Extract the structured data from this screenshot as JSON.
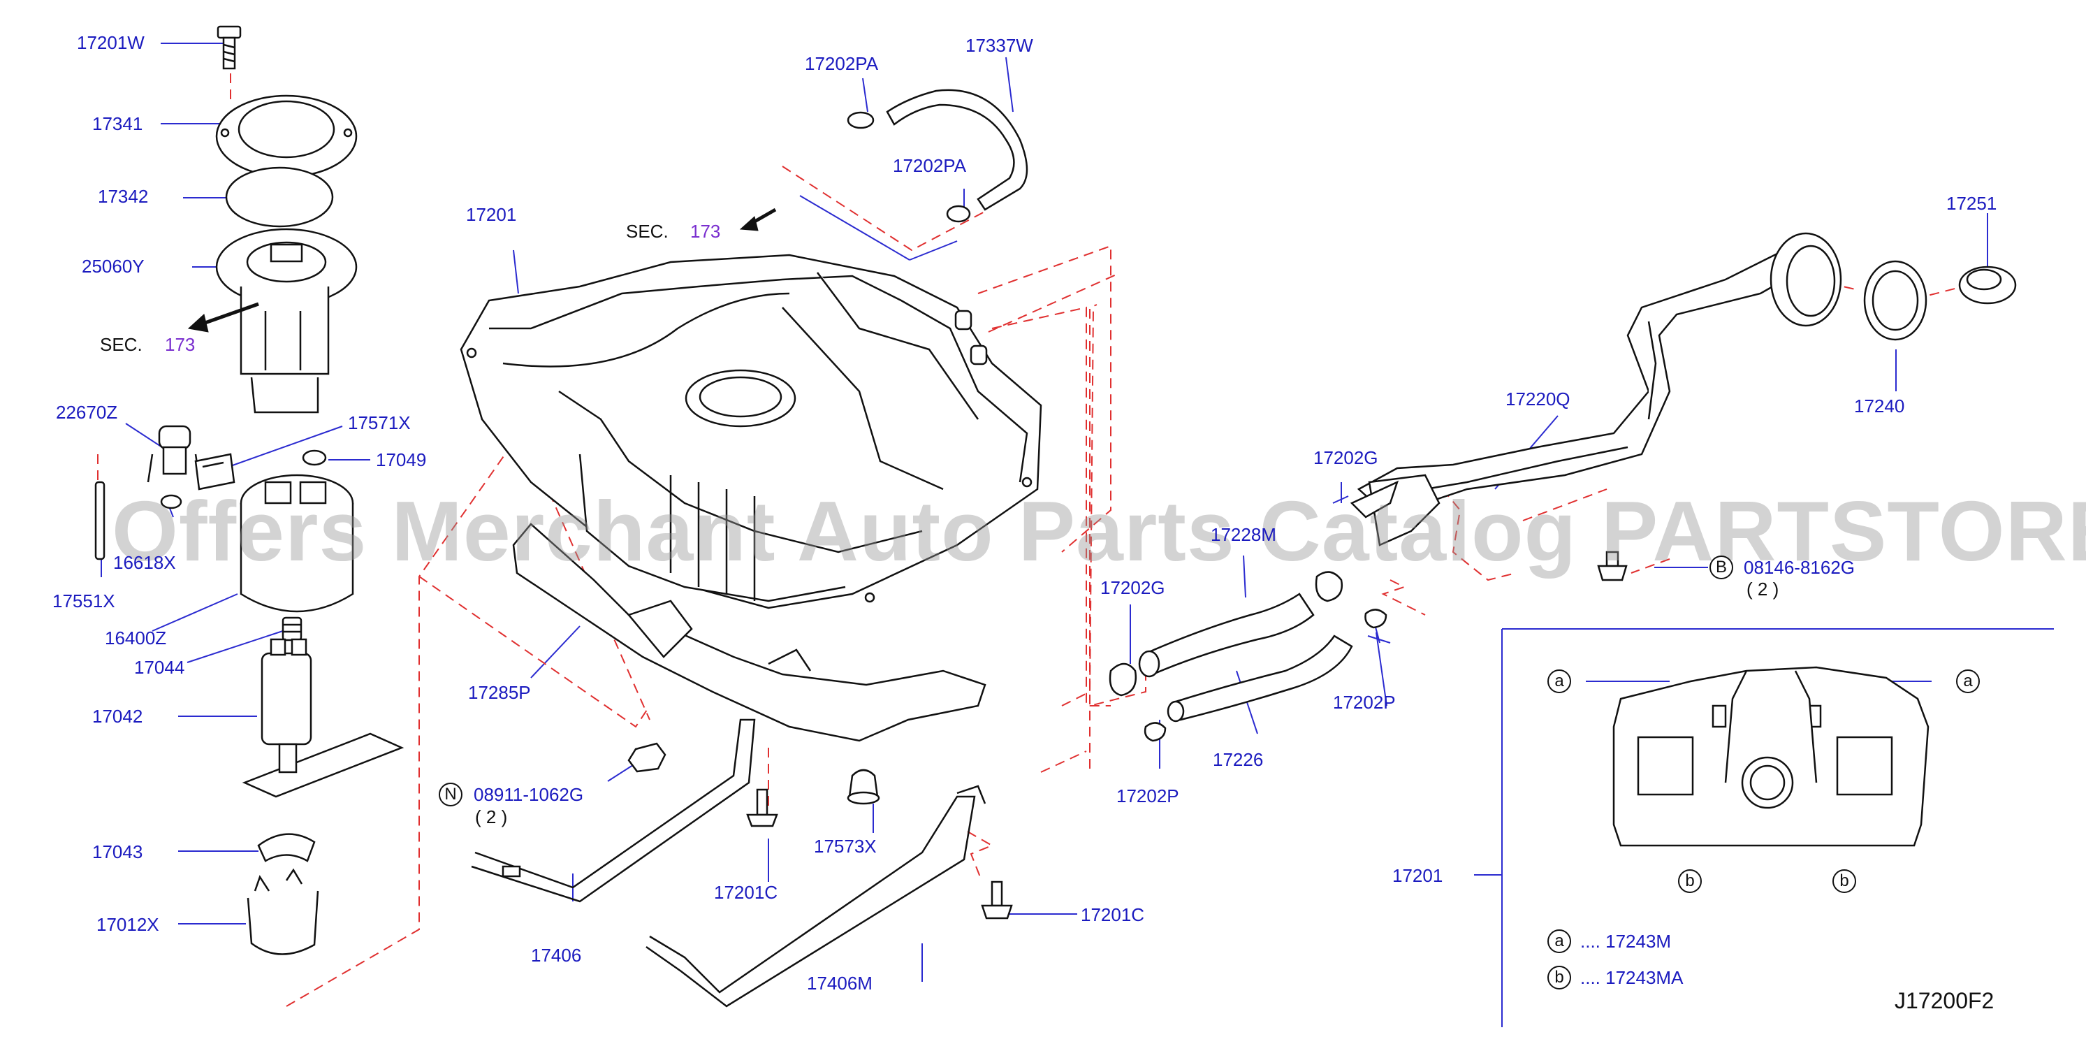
{
  "parts": {
    "p17201W": "17201W",
    "p17341": "17341",
    "p17342": "17342",
    "p25060Y": "25060Y",
    "p22670Z": "22670Z",
    "p17571X": "17571X",
    "p17049": "17049",
    "p16618X": "16618X",
    "p17551X": "17551X",
    "p16400Z": "16400Z",
    "p17044": "17044",
    "p17042": "17042",
    "p17043": "17043",
    "p17012X": "17012X",
    "p17201_tank": "17201",
    "p17202PA_top": "17202PA",
    "p17337W": "17337W",
    "p17202PA_mid": "17202PA",
    "p17285P": "17285P",
    "p08911": "08911-1062G",
    "p08911_qty": "( 2 )",
    "p17406": "17406",
    "p17201C_a": "17201C",
    "p17573X": "17573X",
    "p17406M": "17406M",
    "p17201C_b": "17201C",
    "p17202G_a": "17202G",
    "p17228": "17228M",
    "p17202G_b": "17202G",
    "p17226": "17226",
    "p17202P_a": "17202P",
    "p17202P_b": "17202P",
    "p17220Q": "17220Q",
    "p17251": "17251",
    "p17240": "17240",
    "p08146": "08146-8162G",
    "p08146_qty": "( 2 )",
    "p17201_inset": "17201"
  },
  "sec_refs": {
    "top_prefix": "SEC.",
    "top_number": "173",
    "left_prefix": "SEC.",
    "left_number": "173"
  },
  "circle_letters": {
    "n": "N",
    "b_bolt": "B",
    "a": "a",
    "b": "b"
  },
  "legend": {
    "a_text": ".... 17243M",
    "b_text": ".... 17243MA"
  },
  "diagram_code": "J17200F2",
  "watermark": "Offers Merchant Auto Parts Catalog PARTSTORE.SA",
  "colors": {
    "label_blue": "#1b1bbf",
    "sec_violet": "#7a2fcf",
    "leader_blue": "#2b2bd0",
    "dash_red": "#e03030",
    "line_black": "#111111"
  }
}
